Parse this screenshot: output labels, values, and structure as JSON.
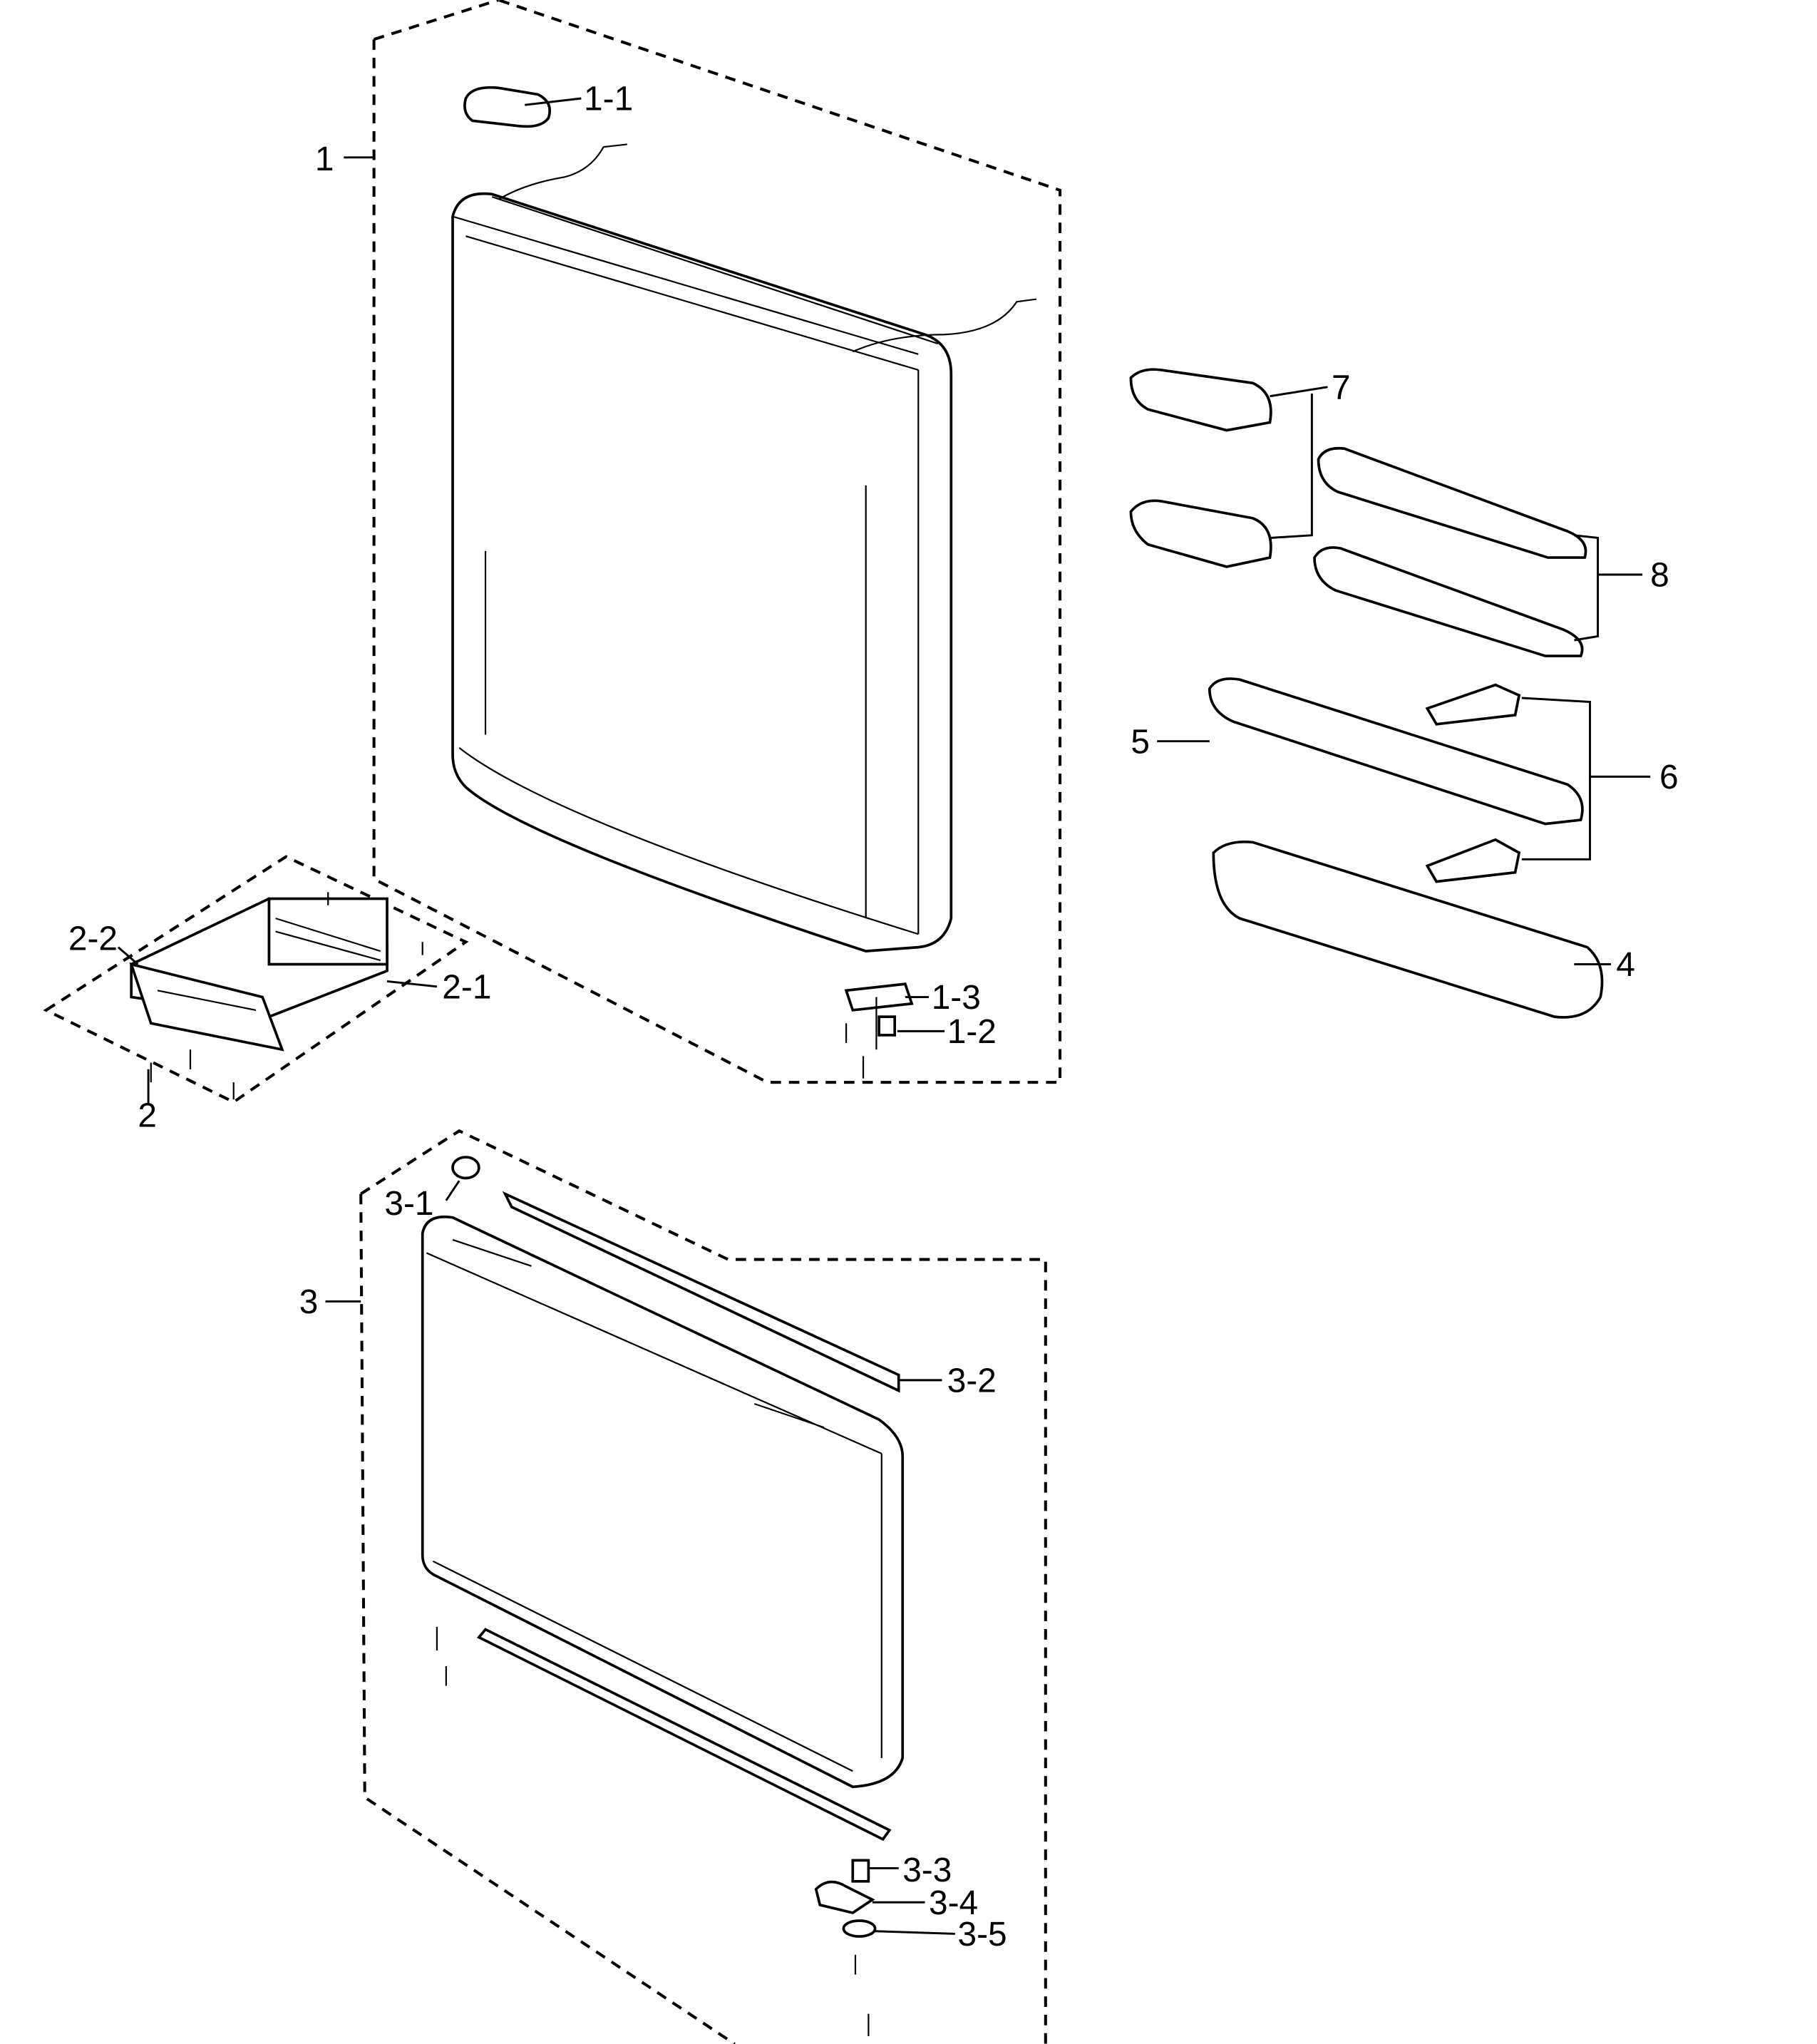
{
  "diagram": {
    "labels": {
      "p1": "1",
      "p1_1": "1-1",
      "p1_2": "1-2",
      "p1_3": "1-3",
      "p2": "2",
      "p2_1": "2-1",
      "p2_2": "2-2",
      "p3": "3",
      "p3_1": "3-1",
      "p3_2": "3-2",
      "p3_3": "3-3",
      "p3_4": "3-4",
      "p3_5": "3-5",
      "p4": "4",
      "p5": "5",
      "p6": "6",
      "p7": "7",
      "p8": "8"
    }
  }
}
